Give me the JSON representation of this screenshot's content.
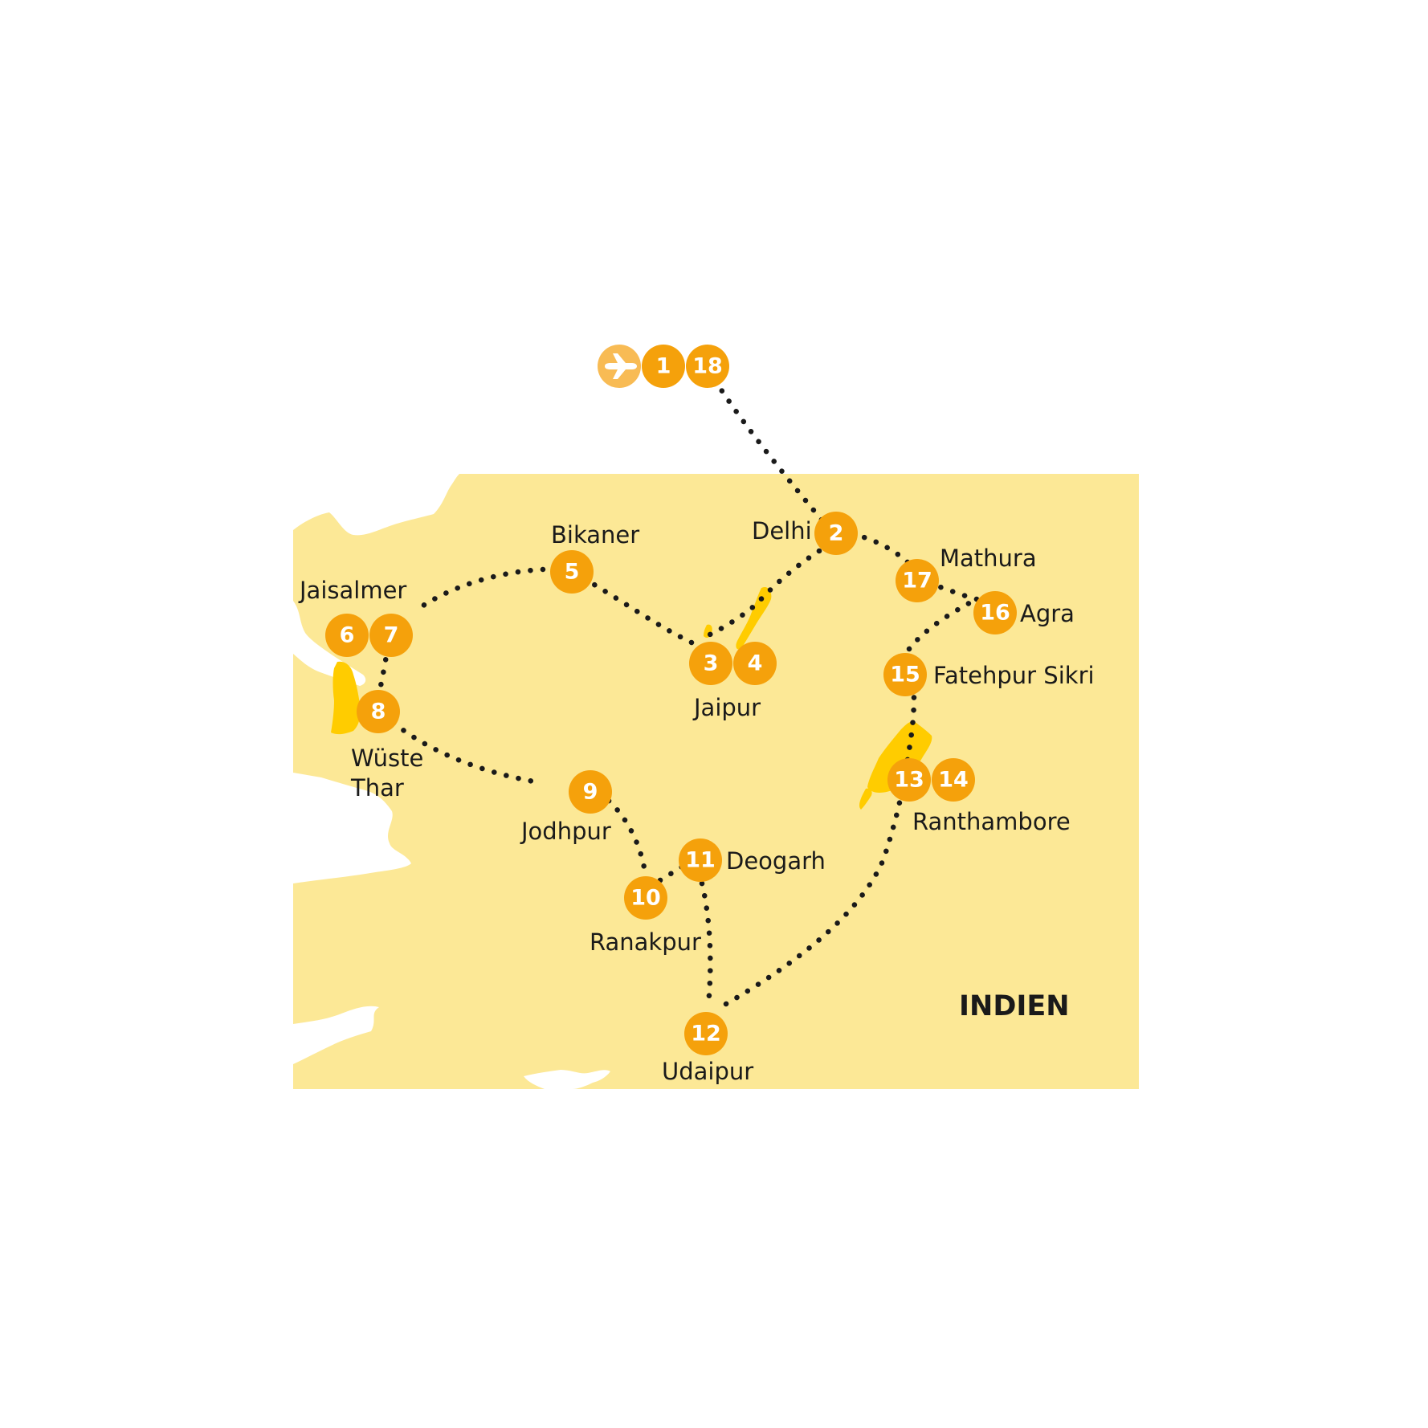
{
  "colors": {
    "land": "#fce896",
    "water": "#ffffff",
    "marker": "#f5a10b",
    "flight_marker": "#f8bb54",
    "park": "#ffcc00",
    "route": "#1a1a1a",
    "text": "#1a1a1a"
  },
  "country_label": "INDIEN",
  "flight": {
    "icon": "airplane-icon",
    "days": [
      "1",
      "18"
    ]
  },
  "stops": {
    "delhi": {
      "name": "Delhi",
      "days": [
        "2"
      ]
    },
    "jaipur": {
      "name": "Jaipur",
      "days": [
        "3",
        "4"
      ]
    },
    "bikaner": {
      "name": "Bikaner",
      "days": [
        "5"
      ]
    },
    "jaisalmer": {
      "name": "Jaisalmer",
      "days": [
        "6",
        "7"
      ]
    },
    "thar": {
      "name_line1": "Wüste",
      "name_line2": "Thar",
      "days": [
        "8"
      ]
    },
    "jodhpur": {
      "name": "Jodhpur",
      "days": [
        "9"
      ]
    },
    "ranakpur": {
      "name": "Ranakpur",
      "days": [
        "10"
      ]
    },
    "deogarh": {
      "name": "Deogarh",
      "days": [
        "11"
      ]
    },
    "udaipur": {
      "name": "Udaipur",
      "days": [
        "12"
      ]
    },
    "ranthambore": {
      "name": "Ranthambore",
      "days": [
        "13",
        "14"
      ]
    },
    "fatehpur": {
      "name": "Fatehpur Sikri",
      "days": [
        "15"
      ]
    },
    "agra": {
      "name": "Agra",
      "days": [
        "16"
      ]
    },
    "mathura": {
      "name": "Mathura",
      "days": [
        "17"
      ]
    }
  }
}
